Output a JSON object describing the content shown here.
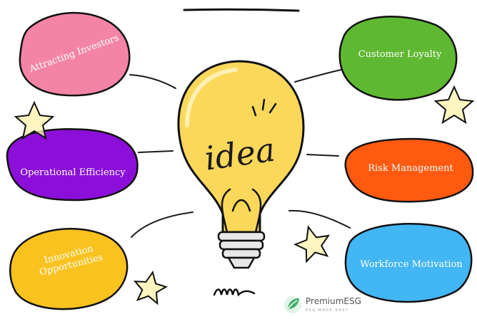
{
  "bubbles": {
    "attracting_investors": {
      "label": "Attracting Investors",
      "color": "#f484a6"
    },
    "customer_loyalty": {
      "label": "Customer Loyalty",
      "color": "#5fb831"
    },
    "operational_efficiency": {
      "label": "Operational Efficiency",
      "color": "#8b0fd9"
    },
    "risk_management": {
      "label": "Risk Management",
      "color": "#ff5a10"
    },
    "innovation_opportunities": {
      "label_line1": "Innovation",
      "label_line2": "Opportunities",
      "color": "#f9c21e"
    },
    "workforce_motivation": {
      "label": "Workforce Motivation",
      "color": "#43b6f4"
    }
  },
  "bulb": {
    "word": "idea",
    "glass_color": "#fbd85a"
  },
  "brand": {
    "name": "PremiumESG",
    "tagline": "ESG MADE EASY"
  },
  "icons": [
    "star-icon",
    "lightbulb-icon",
    "leaf-logo-icon"
  ]
}
